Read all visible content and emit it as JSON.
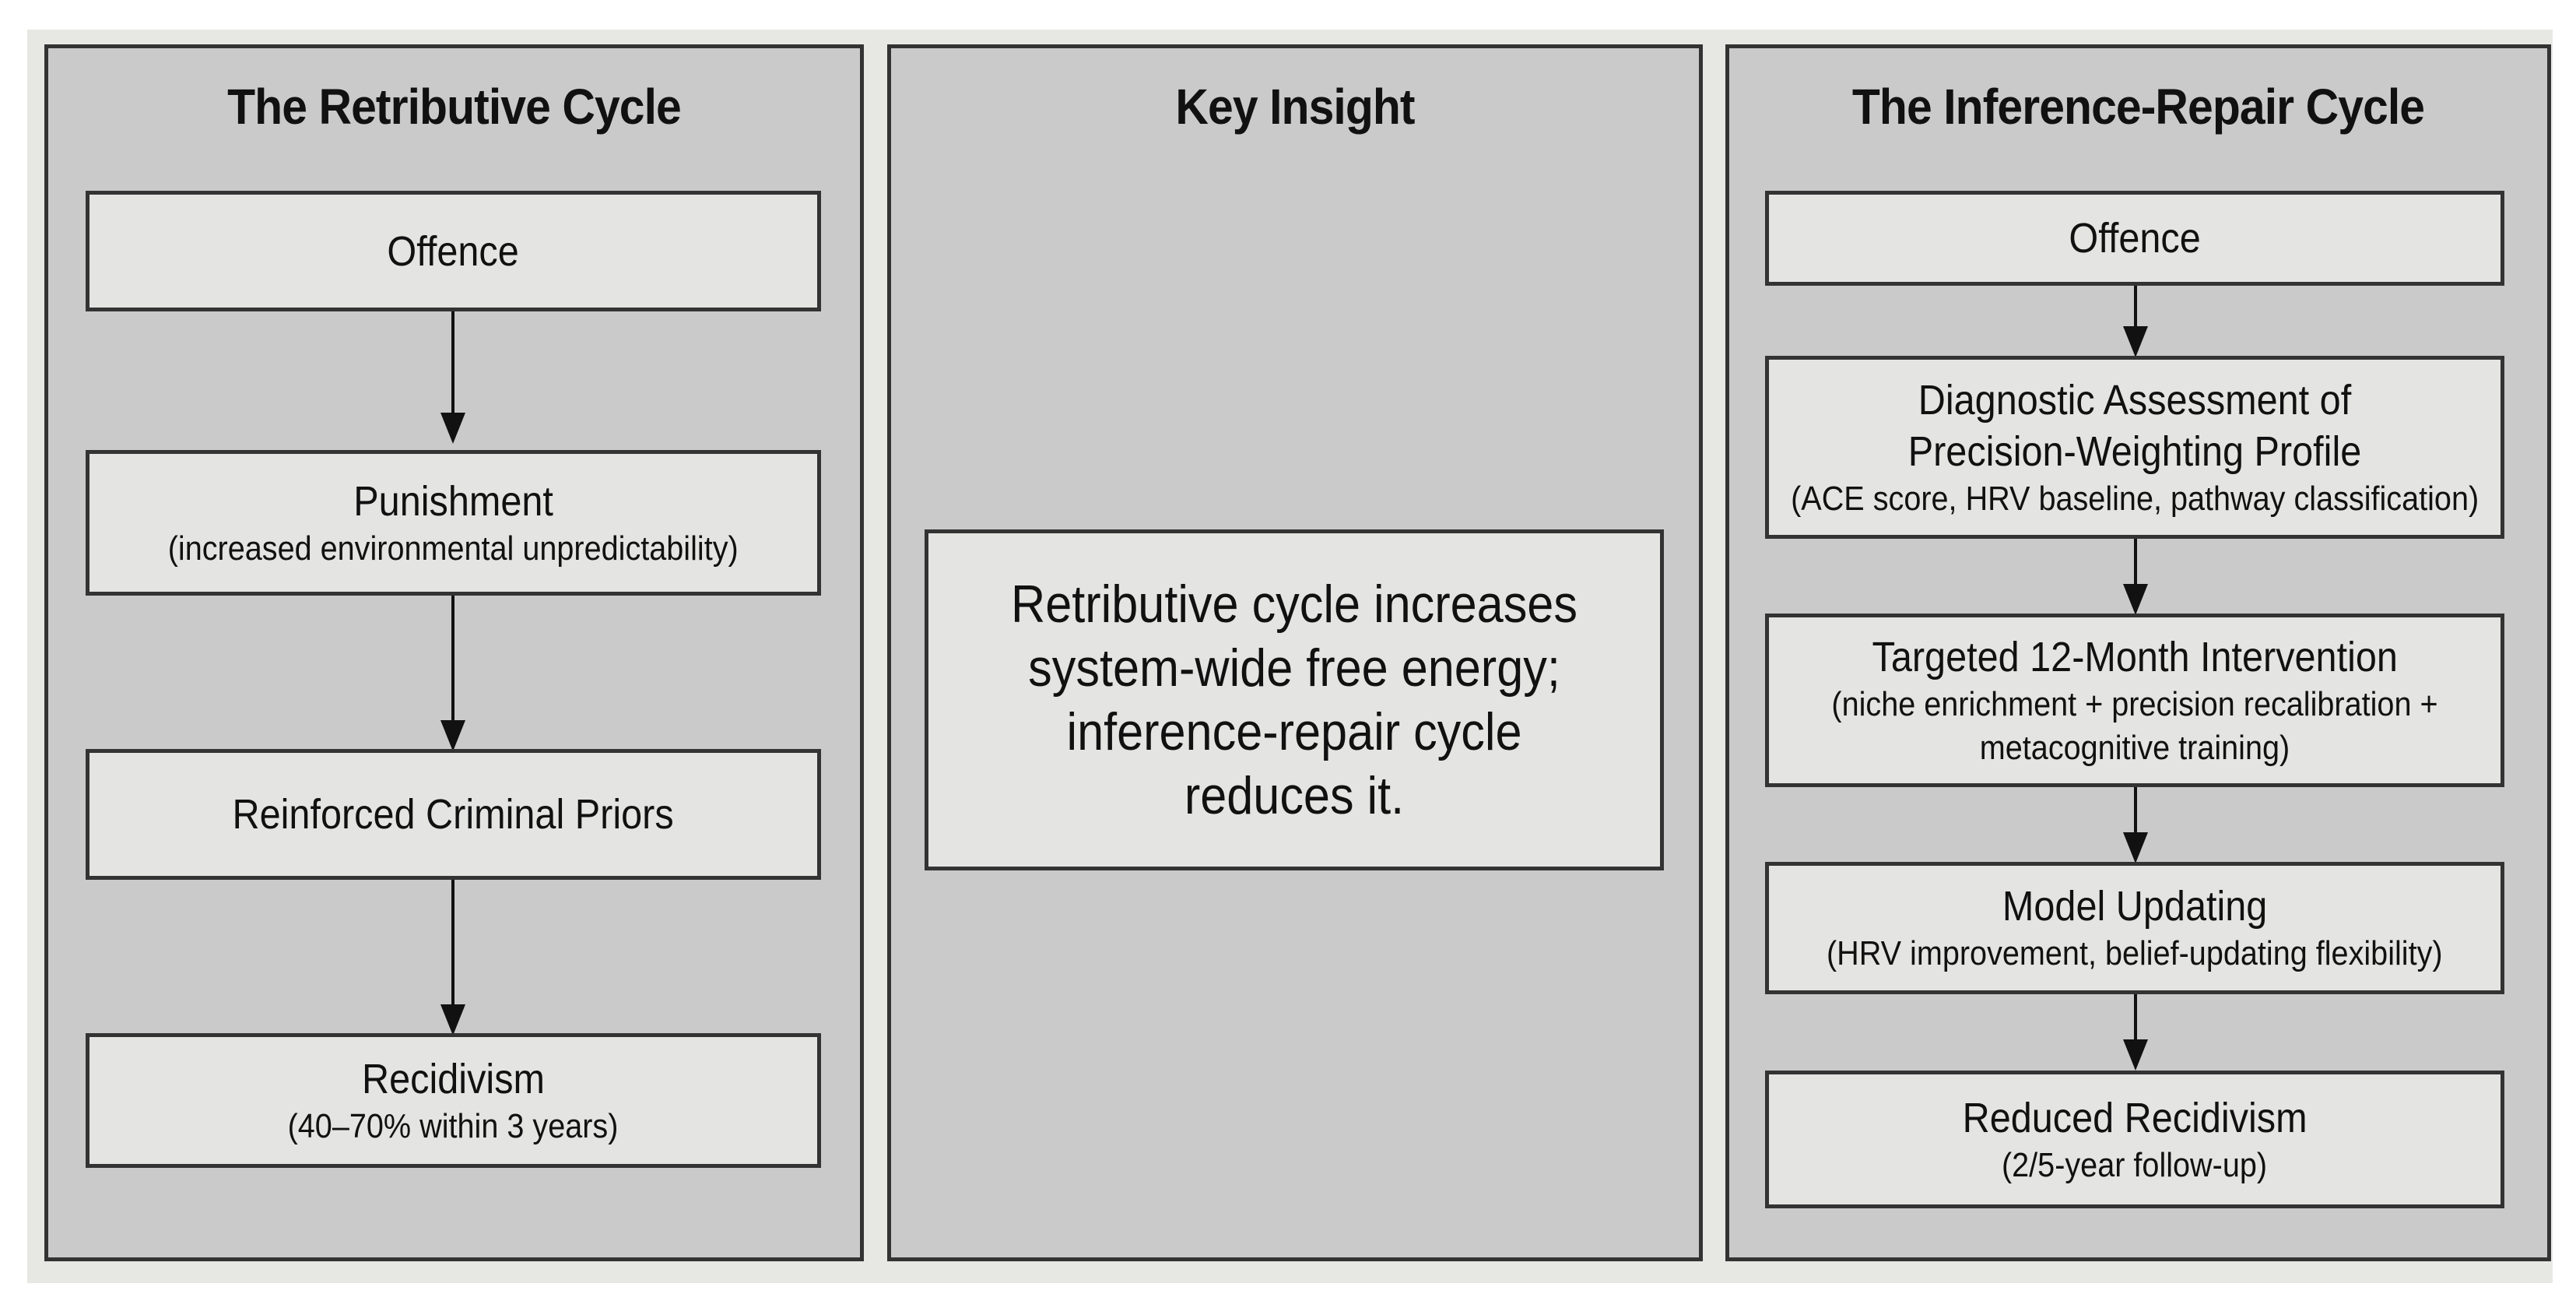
{
  "diagram": {
    "panels": [
      {
        "title": "The Retributive Cycle",
        "nodes": [
          {
            "label": "Offence",
            "detail": ""
          },
          {
            "label": "Punishment",
            "detail": "(increased environmental unpredictability)"
          },
          {
            "label": "Reinforced Criminal Priors",
            "detail": ""
          },
          {
            "label": "Recidivism",
            "detail": "(40–70% within 3 years)"
          }
        ]
      },
      {
        "title": "Key Insight",
        "text": "Retributive cycle increases system-wide free energy; inference-repair cycle reduces it."
      },
      {
        "title": "The Inference-Repair Cycle",
        "nodes": [
          {
            "label": "Offence",
            "detail": ""
          },
          {
            "label": "Diagnostic Assessment of Precision-Weighting Profile",
            "detail": "(ACE score, HRV baseline, pathway classification)"
          },
          {
            "label": "Targeted 12-Month Intervention",
            "detail": "(niche enrichment + precision recalibration + metacognitive training)"
          },
          {
            "label": "Model Updating",
            "detail": "(HRV improvement, belief-updating flexibility)"
          },
          {
            "label": "Reduced Recidivism",
            "detail": "(2/5-year follow-up)"
          }
        ]
      }
    ],
    "edges": [
      {
        "panel": 0,
        "from": 0,
        "to": 1
      },
      {
        "panel": 0,
        "from": 1,
        "to": 2
      },
      {
        "panel": 0,
        "from": 2,
        "to": 3
      },
      {
        "panel": 2,
        "from": 0,
        "to": 1
      },
      {
        "panel": 2,
        "from": 1,
        "to": 2
      },
      {
        "panel": 2,
        "from": 2,
        "to": 3
      },
      {
        "panel": 2,
        "from": 3,
        "to": 4
      }
    ],
    "colors": {
      "background": "#ffffff",
      "backing": "#e7e7e4",
      "panel_fill": "#cacaca",
      "box_fill": "#e4e4e3",
      "border": "#333333",
      "text": "#111111"
    }
  }
}
